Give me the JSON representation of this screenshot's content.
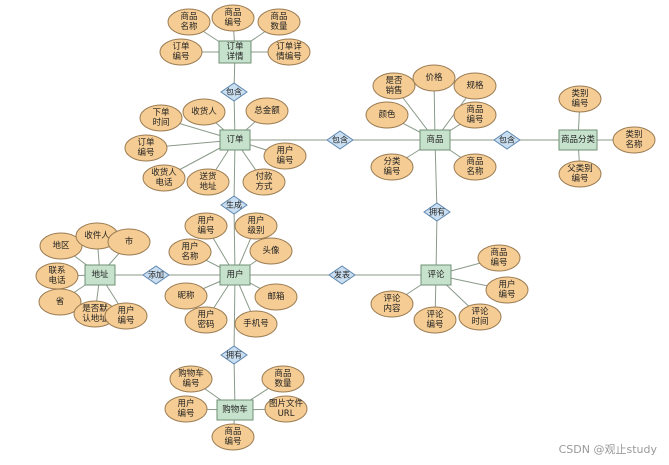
{
  "entities": {
    "order_detail": "订单详情",
    "order": "订单",
    "product": "商品",
    "category": "商品分类",
    "user": "用户",
    "address": "地址",
    "comment": "评论",
    "cart": "购物车"
  },
  "relationships": {
    "contains_detail": "包含",
    "contains_product": "包含",
    "contains_category": "包含",
    "generates": "生成",
    "has_comment": "拥有",
    "adds": "添加",
    "publishes": "发表",
    "has_cart": "拥有"
  },
  "attributes": {
    "order_detail": [
      "商品名称",
      "商品编号",
      "商品数量",
      "订单编号",
      "订单详情编号"
    ],
    "order": [
      "下单时间",
      "收货人",
      "总金额",
      "订单编号",
      "用户编号",
      "收货人电话",
      "送货地址",
      "付款方式"
    ],
    "product": [
      "是否销售",
      "价格",
      "规格",
      "颜色",
      "商品编号",
      "分类编号",
      "商品名称"
    ],
    "category": [
      "类别编号",
      "类别名称",
      "父类别编号"
    ],
    "user": [
      "用户编号",
      "用户级别",
      "用户名称",
      "头像",
      "昵称",
      "邮箱",
      "用户密码",
      "手机号"
    ],
    "address": [
      "地区",
      "收件人",
      "市",
      "联系电话",
      "省",
      "是否默认地址",
      "用户编号"
    ],
    "comment": [
      "商品编号",
      "用户编号",
      "评论内容",
      "评论编号",
      "评论时间"
    ],
    "cart": [
      "购物车编号",
      "商品数量",
      "用户编号",
      "图片文件URL",
      "商品编号"
    ]
  },
  "watermark": "CSDN @观止study"
}
